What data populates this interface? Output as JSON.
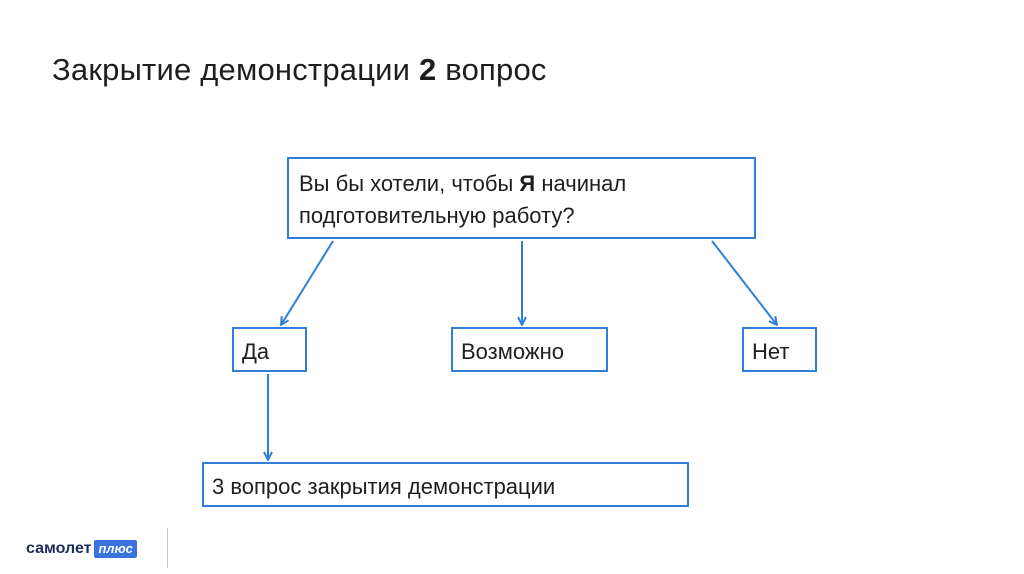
{
  "slide": {
    "title_prefix": "Закрытие демонстрации",
    "title_number": "2",
    "title_suffix": "вопрос"
  },
  "diagram": {
    "question": {
      "before": "Вы бы хотели, чтобы",
      "emphasis": "Я",
      "after": "начинал подготовительную работу?"
    },
    "options": {
      "yes": "Да",
      "maybe": "Возможно",
      "no": "Нет"
    },
    "next_step": "3 вопрос закрытия демонстрации",
    "line_color": "#2f7fd9"
  },
  "logo": {
    "word": "самолет",
    "badge": "плюс",
    "text_color": "#1c2d5a",
    "badge_color": "#3a72e0"
  }
}
